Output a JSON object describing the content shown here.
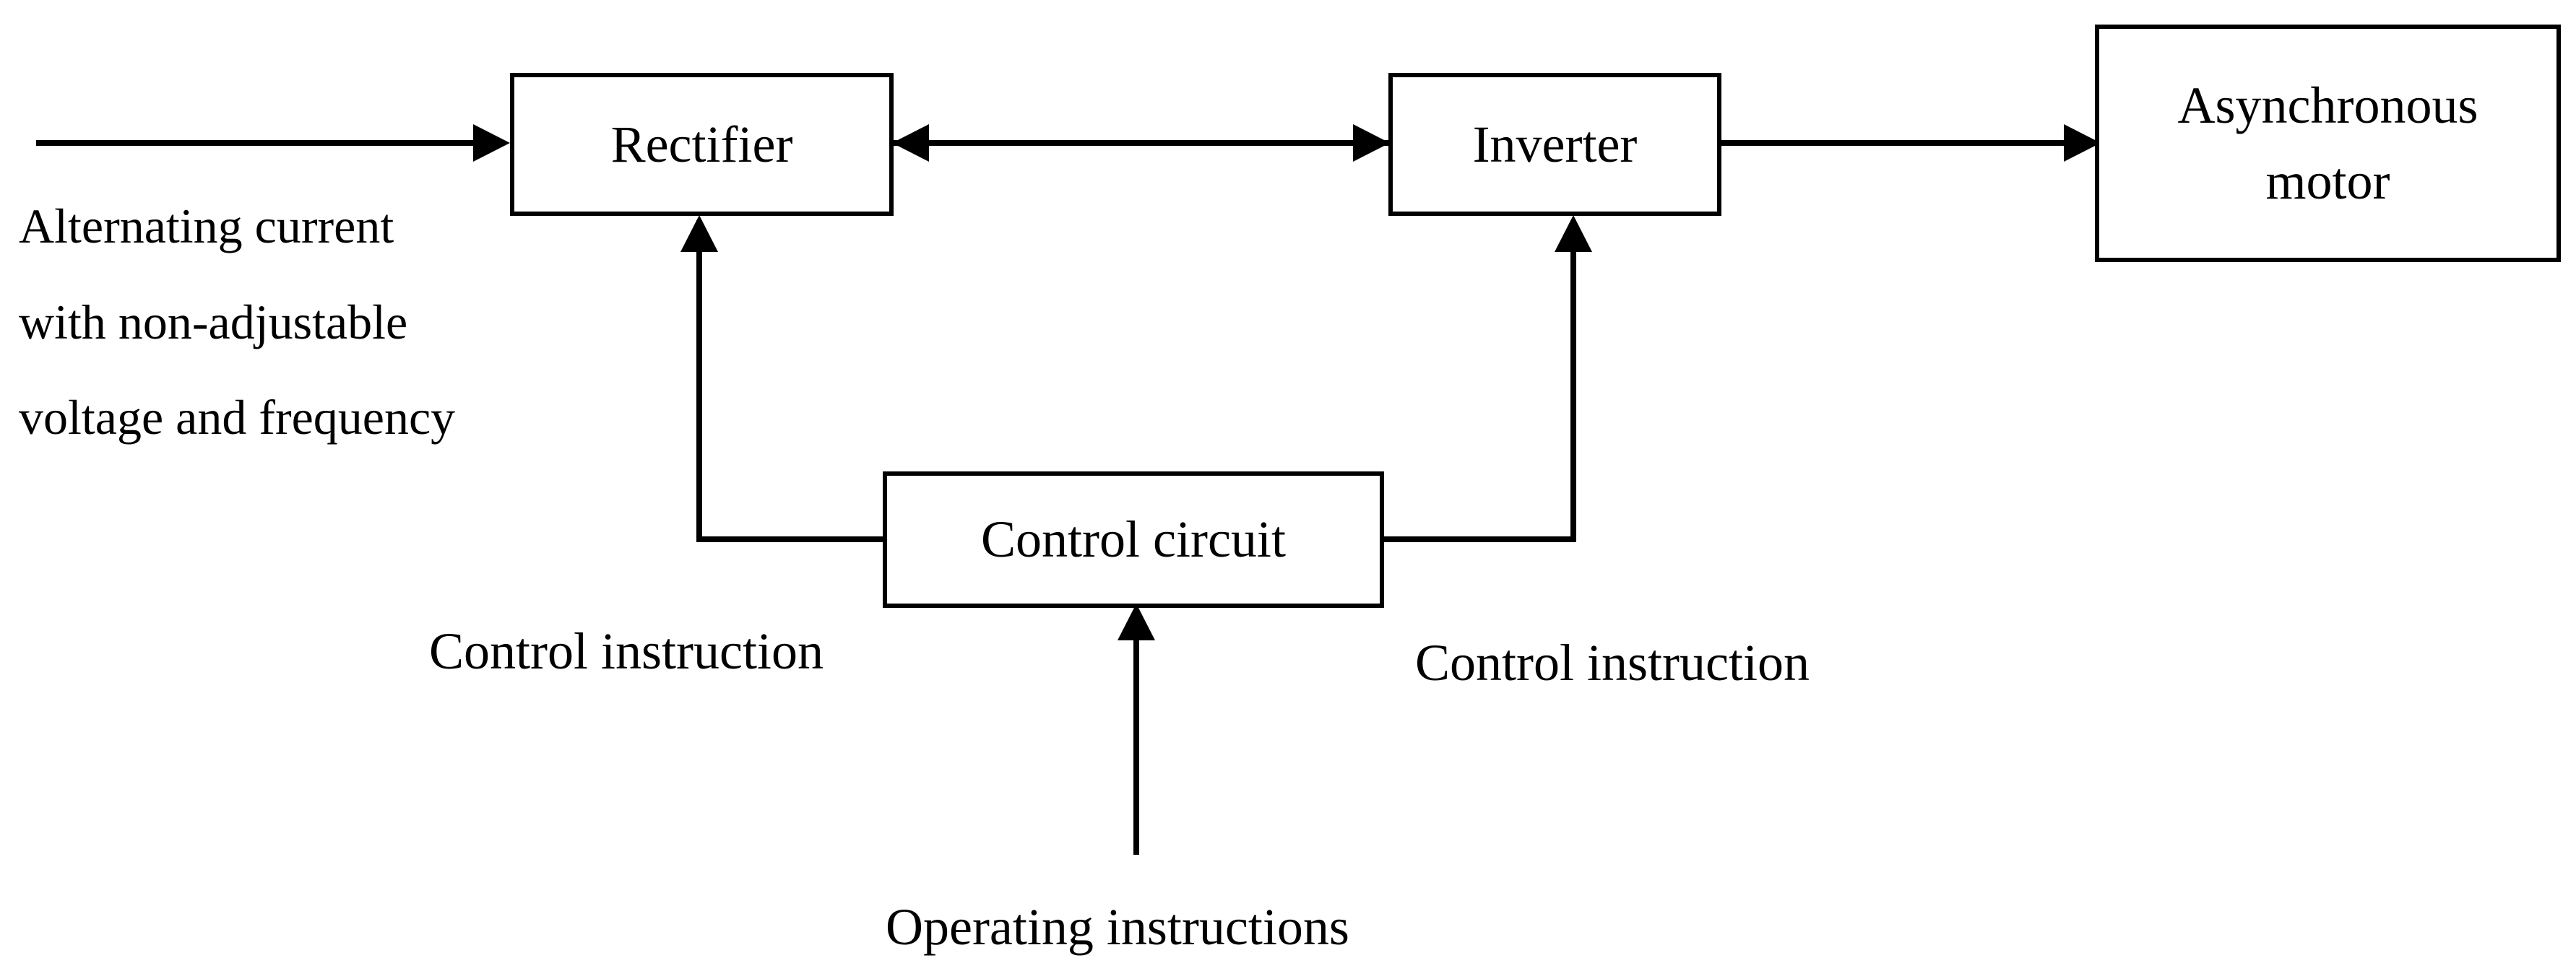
{
  "diagram": {
    "blocks": {
      "rectifier": "Rectifier",
      "inverter": "Inverter",
      "motor_line1": "Asynchronous",
      "motor_line2": "motor",
      "control_circuit": "Control circuit"
    },
    "labels": {
      "input_line1": "Alternating current",
      "input_line2": "with non-adjustable",
      "input_line3": "voltage and frequency",
      "control_instruction_left": "Control instruction",
      "control_instruction_right": "Control instruction",
      "operating_instructions": "Operating instructions"
    },
    "colors": {
      "stroke": "#000000",
      "background": "#ffffff"
    }
  }
}
